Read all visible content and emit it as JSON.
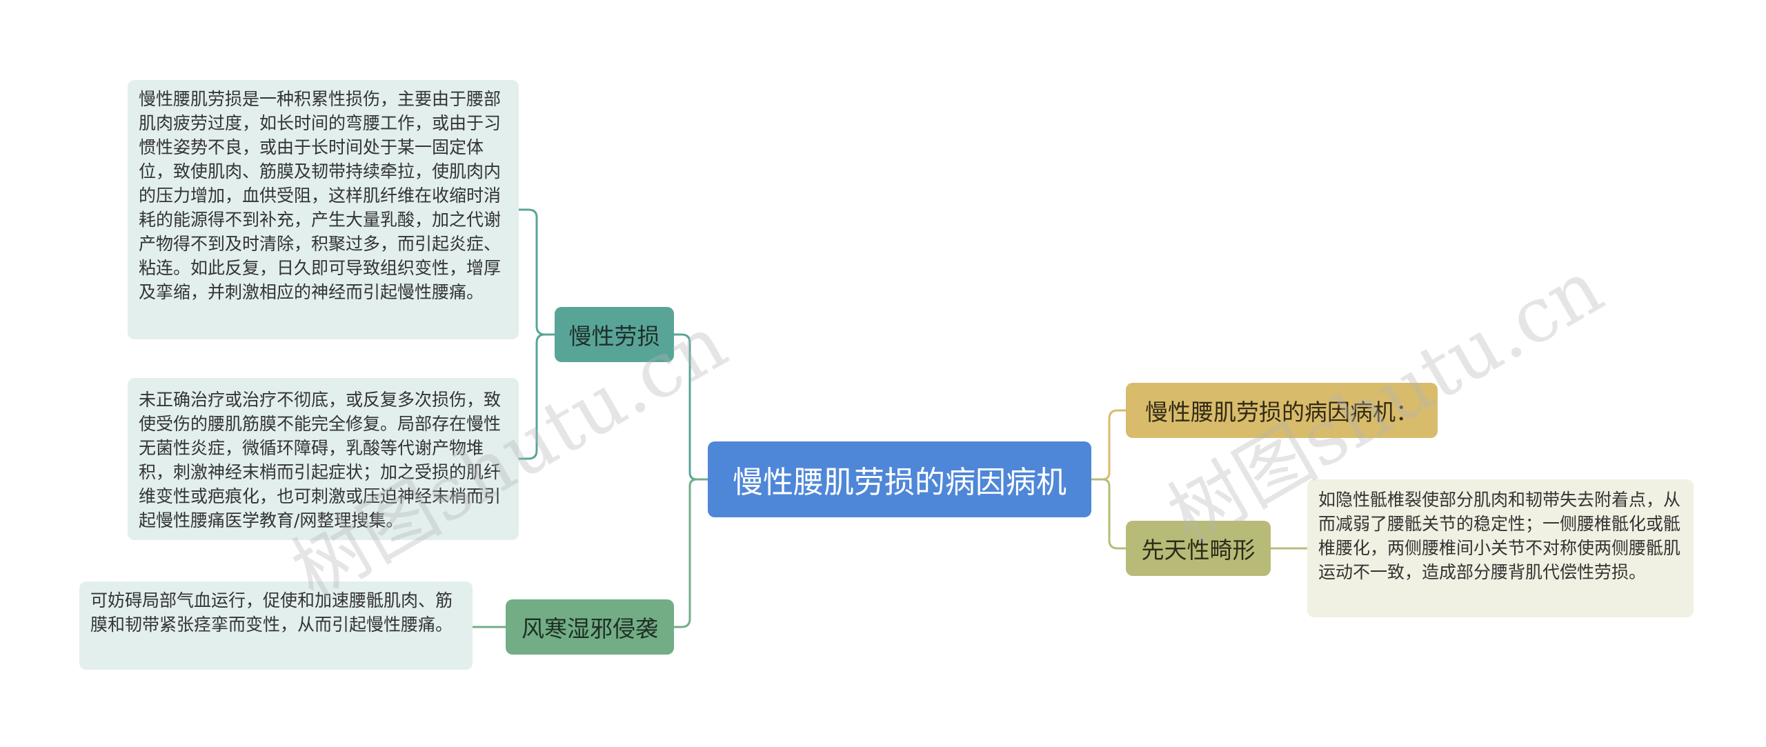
{
  "central": {
    "title": "慢性腰肌劳损的病因病机"
  },
  "branches": {
    "chronic_strain": {
      "label": "慢性劳损",
      "leaves": [
        "慢性腰肌劳损是一种积累性损伤，主要由于腰部肌肉疲劳过度，如长时间的弯腰工作，或由于习惯性姿势不良，或由于长时间处于某一固定体位，致使肌肉、筋膜及韧带持续牵拉，使肌肉内的压力增加，血供受阻，这样肌纤维在收缩时消耗的能源得不到补充，产生大量乳酸，加之代谢产物得不到及时清除，积聚过多，而引起炎症、粘连。如此反复，日久即可导致组织变性，增厚及挛缩，并刺激相应的神经而引起慢性腰痛。",
        "未正确治疗或治疗不彻底，或反复多次损伤，致使受伤的腰肌筋膜不能完全修复。局部存在慢性无菌性炎症，微循环障碍，乳酸等代谢产物堆积，刺激神经末梢而引起症状；加之受损的肌纤维变性或疤痕化，也可刺激或压迫神经末梢而引起慢性腰痛医学教育/网整理搜集。"
      ]
    },
    "wind_cold": {
      "label": "风寒湿邪侵袭",
      "leaves": [
        "可妨碍局部气血运行，促使和加速腰骶肌肉、筋膜和韧带紧张痉挛而变性，从而引起慢性腰痛。"
      ]
    },
    "etiology": {
      "label": "慢性腰肌劳损的病因病机："
    },
    "congenital": {
      "label": "先天性畸形",
      "leaves": [
        "如隐性骶椎裂使部分肌肉和韧带失去附着点，从而减弱了腰骶关节的稳定性；一侧腰椎骶化或骶椎腰化，两侧腰椎间小关节不对称使两侧腰骶肌运动不一致，造成部分腰背肌代偿性劳损。"
      ]
    }
  },
  "watermark": {
    "text": "树图shutu.cn"
  },
  "colors": {
    "central": "#4f87d8",
    "chronic_strain": "#58a597",
    "wind_cold": "#72ad86",
    "etiology": "#d8bc6c",
    "congenital": "#b8bb78",
    "leaf_left_bg": "#e2efed",
    "leaf_right_bg": "#f1f1e3"
  }
}
